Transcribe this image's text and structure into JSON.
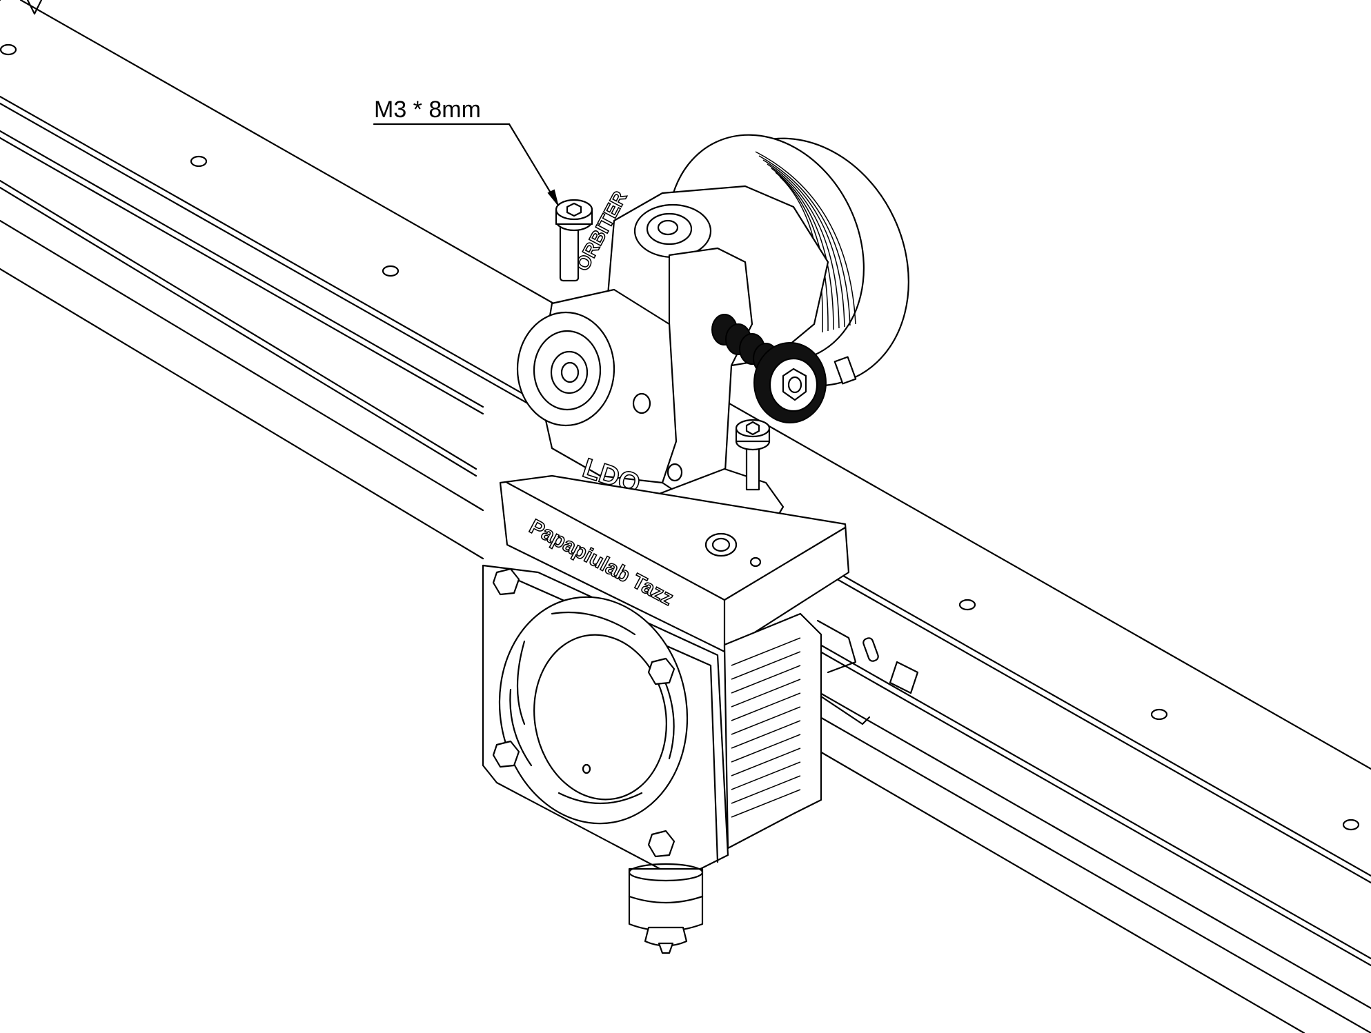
{
  "callout": {
    "label": "M3 * 8mm"
  },
  "engravings": {
    "extruder_brand": "LDO",
    "extruder_side_text": "ORBITER",
    "mount_plate_text": "Papapiulab Tazz"
  },
  "colors": {
    "line": "#000000",
    "background": "#ffffff"
  }
}
